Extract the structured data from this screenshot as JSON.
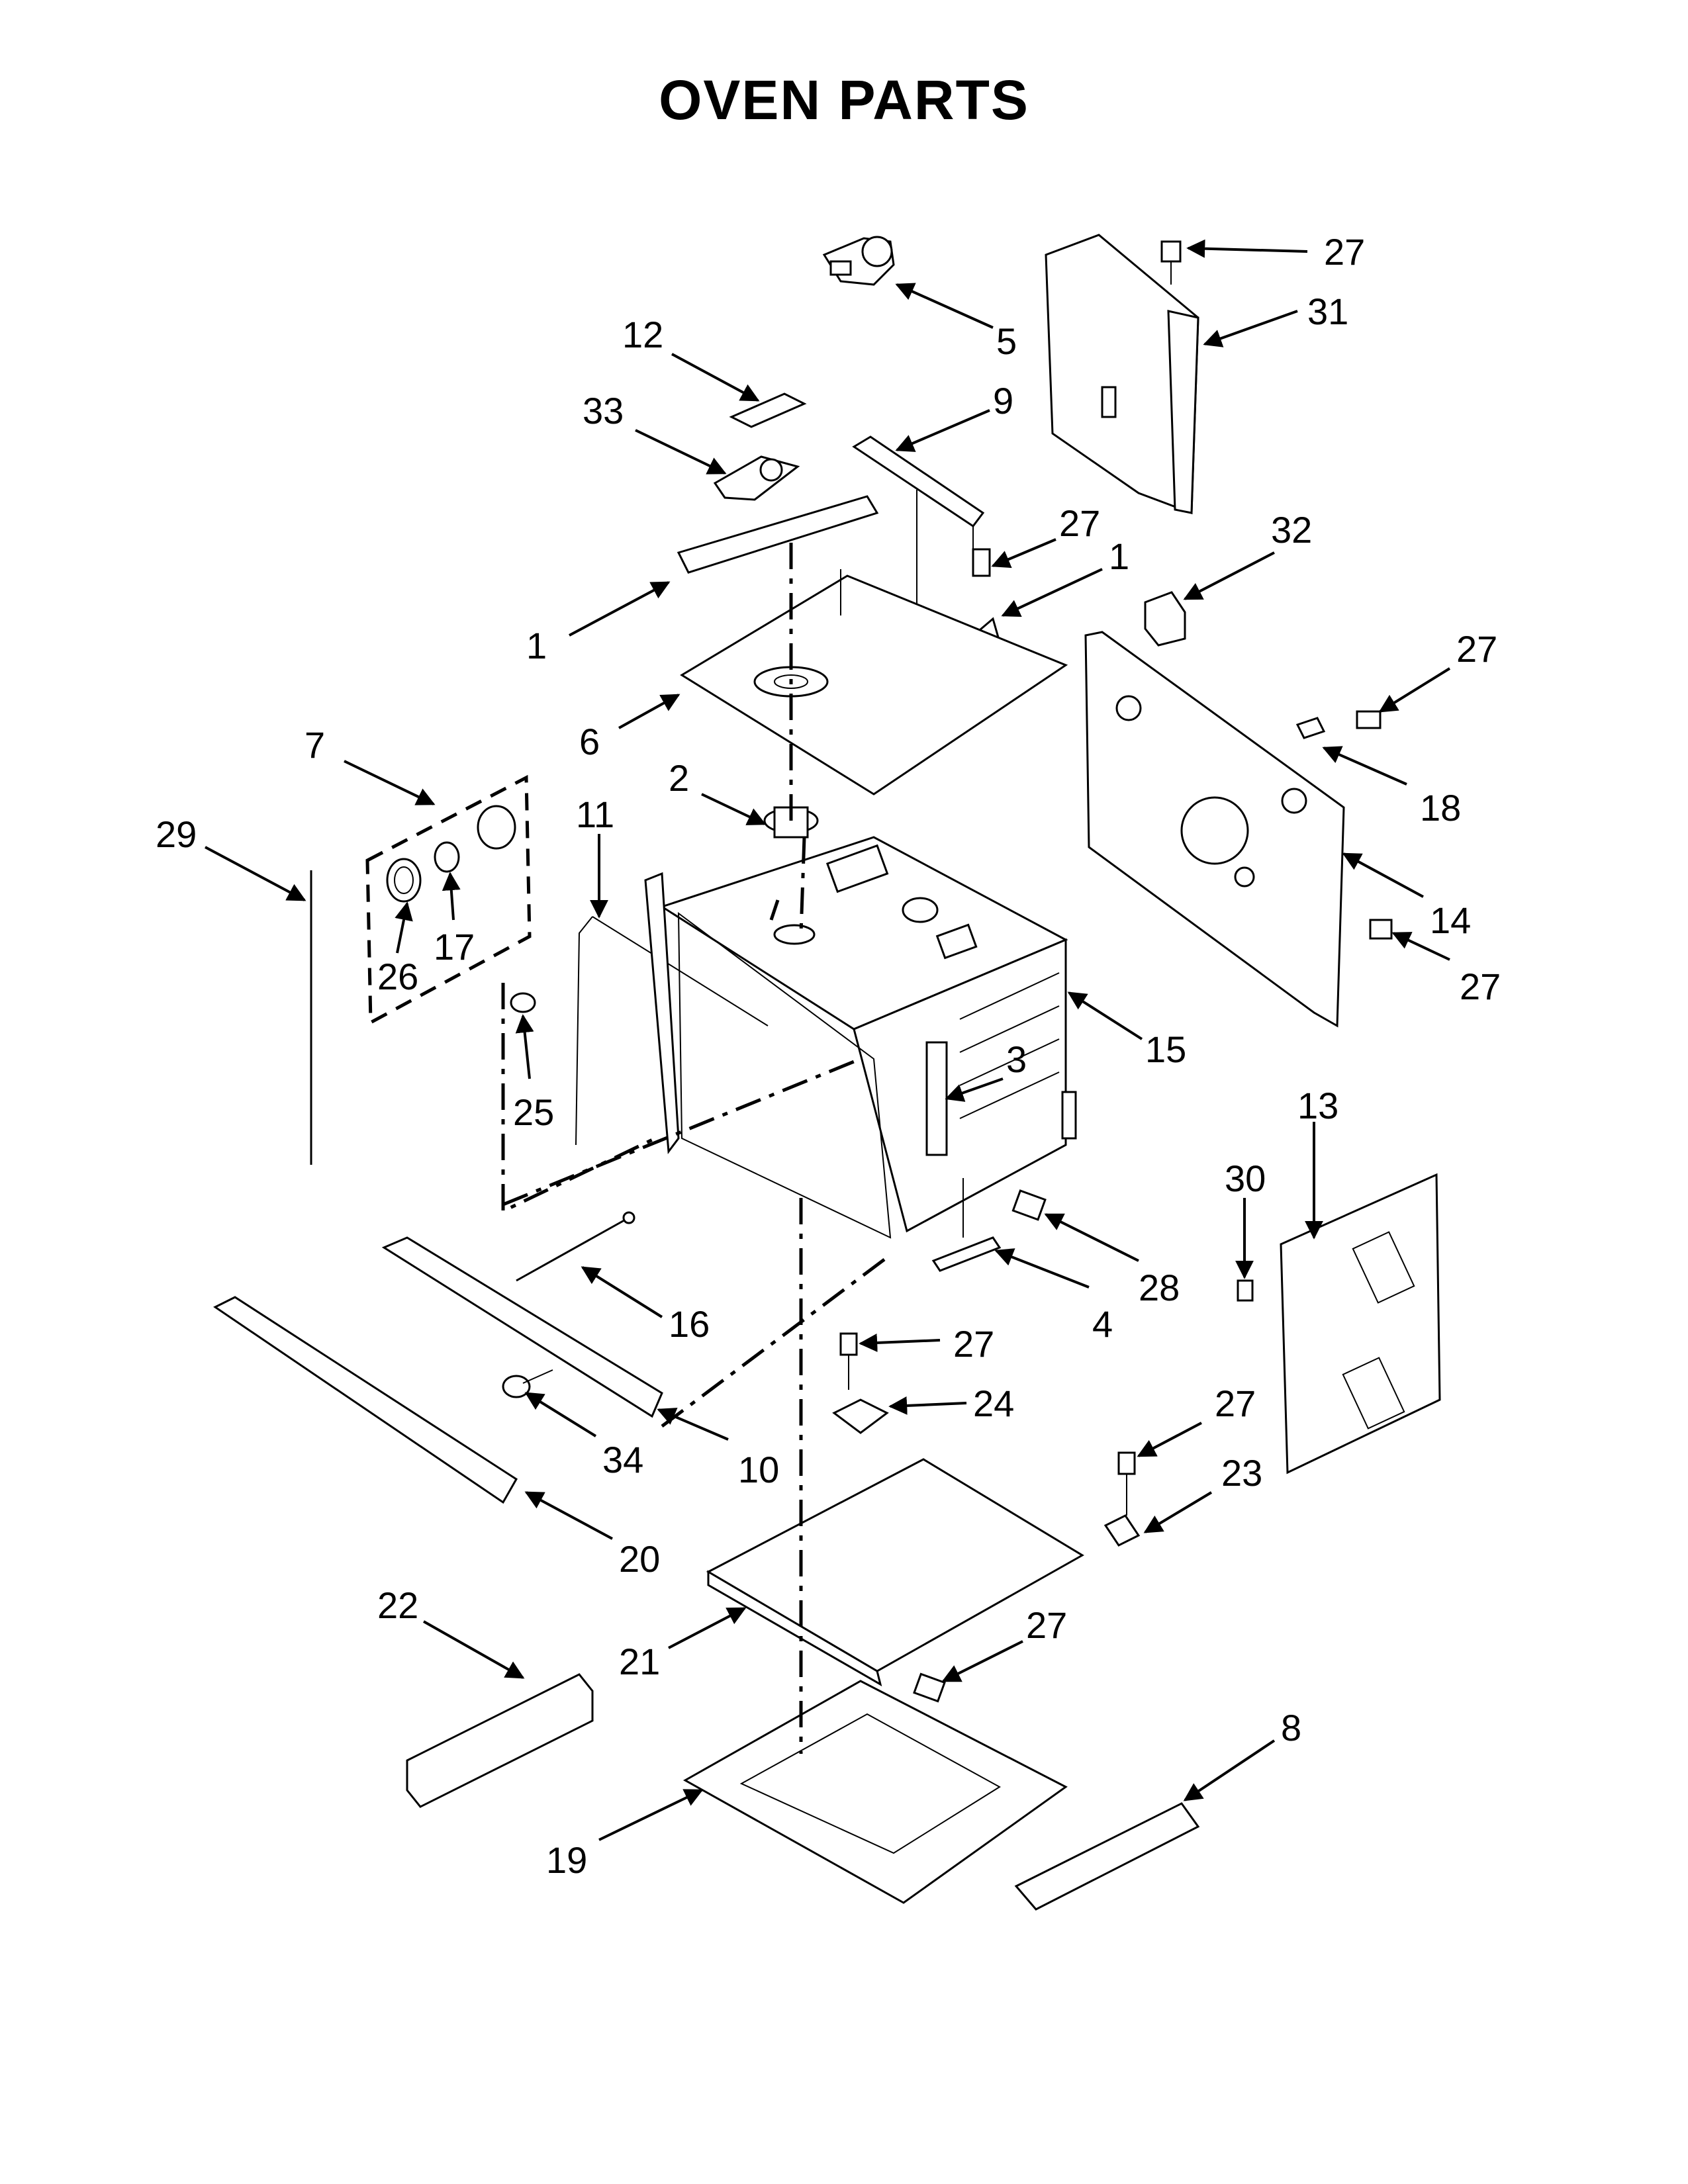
{
  "title": "OVEN PARTS",
  "callouts": [
    {
      "id": "c-27a",
      "label": "27"
    },
    {
      "id": "c-31",
      "label": "31"
    },
    {
      "id": "c-5",
      "label": "5"
    },
    {
      "id": "c-12",
      "label": "12"
    },
    {
      "id": "c-9",
      "label": "9"
    },
    {
      "id": "c-33",
      "label": "33"
    },
    {
      "id": "c-27b",
      "label": "27"
    },
    {
      "id": "c-1a",
      "label": "1"
    },
    {
      "id": "c-32",
      "label": "32"
    },
    {
      "id": "c-1b",
      "label": "1"
    },
    {
      "id": "c-27c",
      "label": "27"
    },
    {
      "id": "c-6",
      "label": "6"
    },
    {
      "id": "c-7",
      "label": "7"
    },
    {
      "id": "c-18",
      "label": "18"
    },
    {
      "id": "c-2",
      "label": "2"
    },
    {
      "id": "c-11",
      "label": "11"
    },
    {
      "id": "c-29",
      "label": "29"
    },
    {
      "id": "c-14",
      "label": "14"
    },
    {
      "id": "c-26",
      "label": "26"
    },
    {
      "id": "c-17",
      "label": "17"
    },
    {
      "id": "c-27d",
      "label": "27"
    },
    {
      "id": "c-15",
      "label": "15"
    },
    {
      "id": "c-3",
      "label": "3"
    },
    {
      "id": "c-25",
      "label": "25"
    },
    {
      "id": "c-13",
      "label": "13"
    },
    {
      "id": "c-30",
      "label": "30"
    },
    {
      "id": "c-28",
      "label": "28"
    },
    {
      "id": "c-16",
      "label": "16"
    },
    {
      "id": "c-4",
      "label": "4"
    },
    {
      "id": "c-27e",
      "label": "27"
    },
    {
      "id": "c-24",
      "label": "24"
    },
    {
      "id": "c-27f",
      "label": "27"
    },
    {
      "id": "c-34",
      "label": "34"
    },
    {
      "id": "c-10",
      "label": "10"
    },
    {
      "id": "c-23",
      "label": "23"
    },
    {
      "id": "c-20",
      "label": "20"
    },
    {
      "id": "c-27g",
      "label": "27"
    },
    {
      "id": "c-22",
      "label": "22"
    },
    {
      "id": "c-21",
      "label": "21"
    },
    {
      "id": "c-8",
      "label": "8"
    },
    {
      "id": "c-19",
      "label": "19"
    }
  ]
}
